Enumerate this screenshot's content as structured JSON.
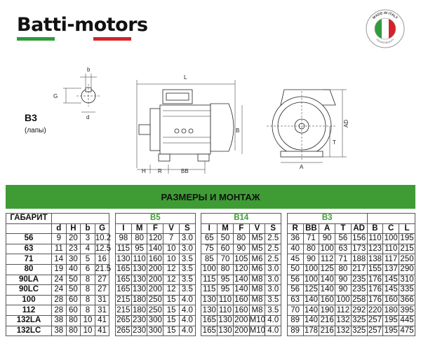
{
  "brand": {
    "name": "Batti-motors",
    "stripe_colors": [
      "#2f9b3a",
      "#ffffff",
      "#d2232a"
    ]
  },
  "seal": {
    "text_top": "MADE IN ITALY",
    "text_bottom": "ITALIAN QUALITY"
  },
  "mount": {
    "code": "B3",
    "note": "(лапы)"
  },
  "drawing_labels": {
    "shaft": {
      "b": "b",
      "G": "G",
      "d": "d"
    },
    "side": {
      "L": "L",
      "B": "B",
      "H": "H",
      "R": "R",
      "BB": "BB"
    },
    "front": {
      "AD": "AD",
      "T": "T",
      "A": "A"
    }
  },
  "banner": "РАЗМЕРЫ И МОНТАЖ",
  "table": {
    "size_header": "ГАБАРИТ",
    "groups": [
      "B5",
      "B14",
      "B3"
    ],
    "shaft_cols": [
      "d",
      "H",
      "b",
      "G"
    ],
    "b5_cols": [
      "I",
      "M",
      "F",
      "V",
      "S"
    ],
    "b14_cols": [
      "I",
      "M",
      "F",
      "V",
      "S"
    ],
    "b3_cols": [
      "R",
      "BB",
      "A",
      "T",
      "AD"
    ],
    "end_cols": [
      "B",
      "C",
      "L"
    ],
    "rows": [
      [
        "56",
        "9",
        "20",
        "3",
        "10.2",
        "98",
        "80",
        "120",
        "7",
        "3.0",
        "65",
        "50",
        "80",
        "M5",
        "2.5",
        "36",
        "71",
        "90",
        "56",
        "156",
        "110",
        "100",
        "195"
      ],
      [
        "63",
        "11",
        "23",
        "4",
        "12.5",
        "115",
        "95",
        "140",
        "10",
        "3.0",
        "75",
        "60",
        "90",
        "M5",
        "2.5",
        "40",
        "80",
        "100",
        "63",
        "173",
        "123",
        "110",
        "215"
      ],
      [
        "71",
        "14",
        "30",
        "5",
        "16",
        "130",
        "110",
        "160",
        "10",
        "3.5",
        "85",
        "70",
        "105",
        "M6",
        "2.5",
        "45",
        "90",
        "112",
        "71",
        "188",
        "138",
        "117",
        "250"
      ],
      [
        "80",
        "19",
        "40",
        "6",
        "21.5",
        "165",
        "130",
        "200",
        "12",
        "3.5",
        "100",
        "80",
        "120",
        "M6",
        "3.0",
        "50",
        "100",
        "125",
        "80",
        "217",
        "155",
        "137",
        "290"
      ],
      [
        "90LA",
        "24",
        "50",
        "8",
        "27",
        "165",
        "130",
        "200",
        "12",
        "3.5",
        "115",
        "95",
        "140",
        "M8",
        "3.0",
        "56",
        "100",
        "140",
        "90",
        "235",
        "176",
        "145",
        "310"
      ],
      [
        "90LC",
        "24",
        "50",
        "8",
        "27",
        "165",
        "130",
        "200",
        "12",
        "3.5",
        "115",
        "95",
        "140",
        "M8",
        "3.0",
        "56",
        "125",
        "140",
        "90",
        "235",
        "176",
        "145",
        "335"
      ],
      [
        "100",
        "28",
        "60",
        "8",
        "31",
        "215",
        "180",
        "250",
        "15",
        "4.0",
        "130",
        "110",
        "160",
        "M8",
        "3.5",
        "63",
        "140",
        "160",
        "100",
        "258",
        "176",
        "160",
        "366"
      ],
      [
        "112",
        "28",
        "60",
        "8",
        "31",
        "215",
        "180",
        "250",
        "15",
        "4.0",
        "130",
        "110",
        "160",
        "M8",
        "3.5",
        "70",
        "140",
        "190",
        "112",
        "292",
        "220",
        "180",
        "395"
      ],
      [
        "132LA",
        "38",
        "80",
        "10",
        "41",
        "265",
        "230",
        "300",
        "15",
        "4.0",
        "165",
        "130",
        "200",
        "M10",
        "4.0",
        "89",
        "140",
        "216",
        "132",
        "325",
        "257",
        "195",
        "445"
      ],
      [
        "132LC",
        "38",
        "80",
        "10",
        "41",
        "265",
        "230",
        "300",
        "15",
        "4.0",
        "165",
        "130",
        "200",
        "M10",
        "4.0",
        "89",
        "178",
        "216",
        "132",
        "325",
        "257",
        "195",
        "475"
      ]
    ]
  }
}
